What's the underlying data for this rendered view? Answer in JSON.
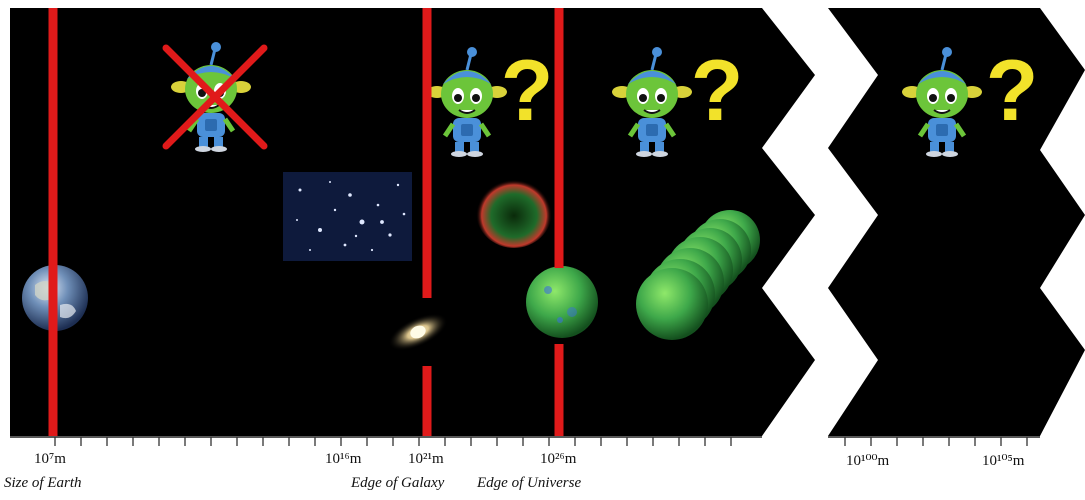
{
  "tick_labels": {
    "earth": "10⁷m",
    "l16": "10¹⁶m",
    "galaxy": "10²¹m",
    "universe": "10²⁶m",
    "l100": "10¹⁰⁰m",
    "l105": "10¹⁰⁵m"
  },
  "captions": {
    "earth": "Size of Earth",
    "galaxy": "Edge of Galaxy",
    "universe": "Edge of Universe"
  },
  "question_mark": "?",
  "colors": {
    "background": "#000000",
    "boundary": "#e01a1a",
    "question": "#f2e22a",
    "cross": "#e01a1a",
    "alien_skin": "#6cc53a",
    "alien_suit": "#4a90d9"
  },
  "icons": [
    "earth-icon",
    "star-field-icon",
    "galaxy-icon",
    "universe-sphere-icon",
    "alien-icon"
  ]
}
